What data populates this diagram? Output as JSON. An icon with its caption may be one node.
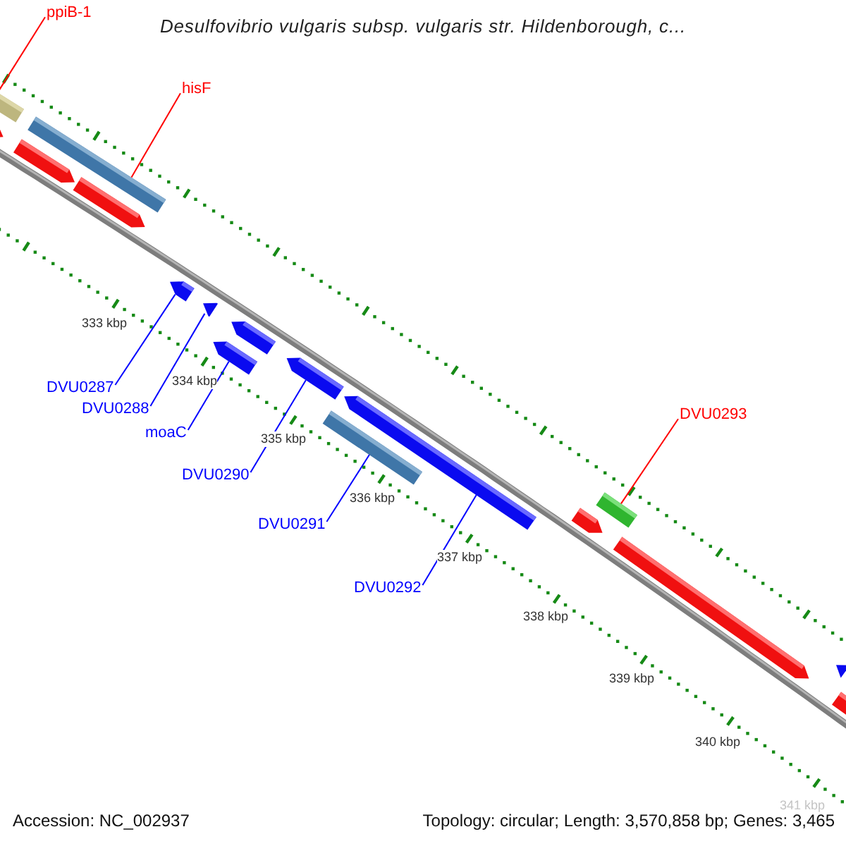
{
  "diagram": {
    "title": "Desulfovibrio vulgaris subsp. vulgaris str. Hildenborough, c...",
    "nodes": [
      {
        "text": [
          "ppiB-1"
        ]
      },
      {
        "text": [
          "hisF"
        ]
      },
      {
        "text": [
          "DVU0293"
        ]
      },
      {
        "text": [
          "DVU0287"
        ]
      },
      {
        "text": [
          "DVU0288"
        ]
      },
      {
        "text": [
          "moaC"
        ]
      },
      {
        "text": [
          "DVU0290"
        ]
      },
      {
        "text": [
          "DVU0291"
        ]
      },
      {
        "text": [
          "DVU0292"
        ]
      },
      {
        "text": [],
        "shape": "bar"
      },
      {
        "text": [],
        "shape": "bar"
      },
      {
        "text": [],
        "shape": "bar"
      },
      {
        "text": [],
        "shape": "bar"
      },
      {
        "text": [],
        "shape": "bar"
      },
      {
        "text": [],
        "shape": "bar"
      },
      {
        "text": [],
        "shape": "bar"
      },
      {
        "text": [],
        "shape": "bar"
      },
      {
        "text": [],
        "shape": "bar"
      },
      {
        "text": [],
        "shape": "bar"
      },
      {
        "text": [],
        "shape": "bar"
      },
      {
        "text": [],
        "shape": "bar"
      },
      {
        "text": [],
        "shape": "bar"
      },
      {
        "text": [],
        "shape": "bar"
      },
      {
        "text": [],
        "shape": "bar"
      },
      {
        "text": [],
        "shape": "bar"
      },
      {
        "text": [],
        "shape": "bar"
      }
    ],
    "edges": [
      {
        "from": 0,
        "to": 9,
        "arrow": "none",
        "color": "#ff0000"
      },
      {
        "from": 1,
        "to": 11,
        "arrow": "none",
        "color": "#ff0000"
      },
      {
        "from": 2,
        "to": 22,
        "arrow": "none",
        "color": "#ff0000"
      },
      {
        "from": 3,
        "to": 14,
        "arrow": "none"
      },
      {
        "from": 4,
        "to": 15,
        "arrow": "none"
      },
      {
        "from": 5,
        "to": 17,
        "arrow": "none"
      },
      {
        "from": 6,
        "to": 18,
        "arrow": "none"
      },
      {
        "from": 7,
        "to": 20,
        "arrow": "none"
      },
      {
        "from": 8,
        "to": 19,
        "arrow": "none"
      }
    ],
    "labels": [
      "333 kbp",
      "334 kbp",
      "335 kbp",
      "336 kbp",
      "337 kbp",
      "338 kbp",
      "339 kbp",
      "340 kbp",
      "341 kbp",
      "Accession: NC_002937",
      "Topology: circular; Length: 3,570,858 bp; Genes: 3,465"
    ]
  }
}
